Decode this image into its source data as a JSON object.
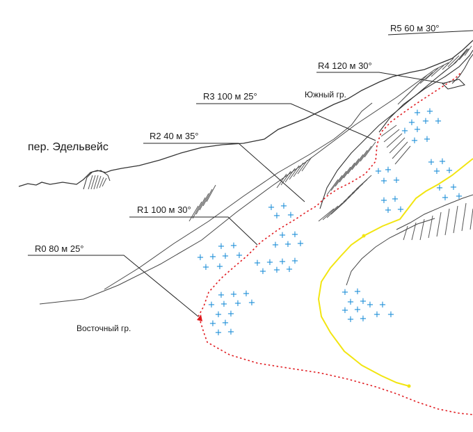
{
  "map": {
    "pass_label": "пер. Эдельвейс",
    "ridges": {
      "south": "Южный гр.",
      "east": "Восточный гр."
    },
    "routes": [
      {
        "label": "R0 80 м 25°"
      },
      {
        "label": "R1 100 м 30°"
      },
      {
        "label": "R2 40 м 35°"
      },
      {
        "label": "R3 100 м 25°"
      },
      {
        "label": "R4 120 м 30°"
      },
      {
        "label": "R5 60 м 30°"
      }
    ],
    "colors": {
      "line": "#333333",
      "dotted_path": "#e0191e",
      "yellow_path": "#f2e511",
      "cross_marks": "#1e8fd8"
    }
  }
}
